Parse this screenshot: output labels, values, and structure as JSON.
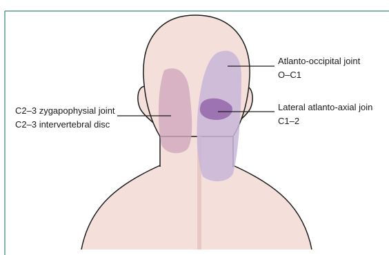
{
  "figure": {
    "colors": {
      "border": "#5a9c8a",
      "skin": "#f4dfdb",
      "outline": "#1a1a1a",
      "spine": "#e8c8c2",
      "region_c23": "#cfa7bd",
      "region_o_c1": "#c8b6d8",
      "region_c1_2": "#9a6fb0"
    },
    "labels": {
      "c23_line1": "C2–3 zygapophysial joint",
      "c23_line2": "C2–3 intervertebral disc",
      "oc1_line1": "Atlanto-occipital joint",
      "oc1_line2": "O–C1",
      "c12_line1": "Lateral atlanto-axial join",
      "c12_line2": "C1–2"
    }
  }
}
